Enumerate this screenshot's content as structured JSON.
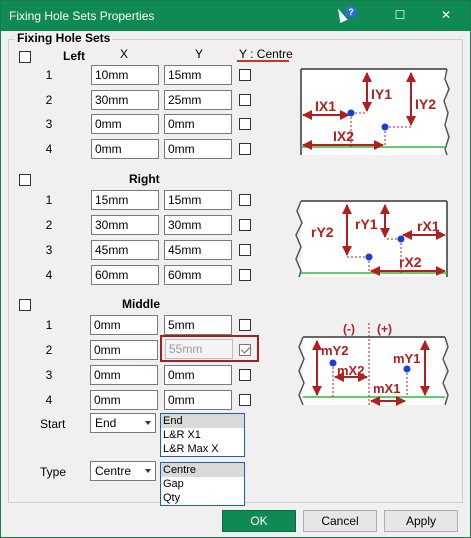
{
  "window": {
    "title": "Fixing Hole Sets Properties",
    "maximize_glyph": "☐",
    "close_glyph": "✕"
  },
  "group": {
    "title": "Fixing Hole Sets"
  },
  "headers": {
    "x": "X",
    "y": "Y",
    "y_centre": "Y : Centre"
  },
  "left": {
    "title": "Left",
    "rows": [
      {
        "num": "1",
        "x": "10mm",
        "y": "15mm"
      },
      {
        "num": "2",
        "x": "30mm",
        "y": "25mm"
      },
      {
        "num": "3",
        "x": "0mm",
        "y": "0mm"
      },
      {
        "num": "4",
        "x": "0mm",
        "y": "0mm"
      }
    ],
    "diagram": {
      "ix1": "IX1",
      "iy1": "IY1",
      "iy2": "IY2",
      "ix2": "IX2"
    }
  },
  "right": {
    "title": "Right",
    "rows": [
      {
        "num": "1",
        "x": "15mm",
        "y": "15mm"
      },
      {
        "num": "2",
        "x": "30mm",
        "y": "30mm"
      },
      {
        "num": "3",
        "x": "45mm",
        "y": "45mm"
      },
      {
        "num": "4",
        "x": "60mm",
        "y": "60mm"
      }
    ],
    "diagram": {
      "ry2": "rY2",
      "ry1": "rY1",
      "rx1": "rX1",
      "rx2": "rX2"
    }
  },
  "middle": {
    "title": "Middle",
    "rows": [
      {
        "num": "1",
        "x": "0mm",
        "y": "5mm",
        "y_centre": false
      },
      {
        "num": "2",
        "x": "0mm",
        "y": "55mm",
        "y_centre": true
      },
      {
        "num": "3",
        "x": "0mm",
        "y": "0mm",
        "y_centre": false
      },
      {
        "num": "4",
        "x": "0mm",
        "y": "0mm",
        "y_centre": false
      }
    ],
    "diagram": {
      "minus": "(-)",
      "plus": "(+)",
      "my2": "mY2",
      "mx2": "mX2",
      "my1": "mY1",
      "mx1": "mX1"
    }
  },
  "start": {
    "label": "Start",
    "value": "End",
    "options": [
      "End",
      "L&R X1",
      "L&R Max X"
    ]
  },
  "type": {
    "label": "Type",
    "value": "Centre",
    "options": [
      "Centre",
      "Gap",
      "Qty"
    ]
  },
  "buttons": {
    "ok": "OK",
    "cancel": "Cancel",
    "apply": "Apply"
  },
  "colors": {
    "titlebar": "#0f8a52",
    "ok_button": "#0f8a52",
    "dim_arrow": "#b11f1f",
    "hole": "#1a3fd0",
    "guide": "#2dbb3a"
  }
}
